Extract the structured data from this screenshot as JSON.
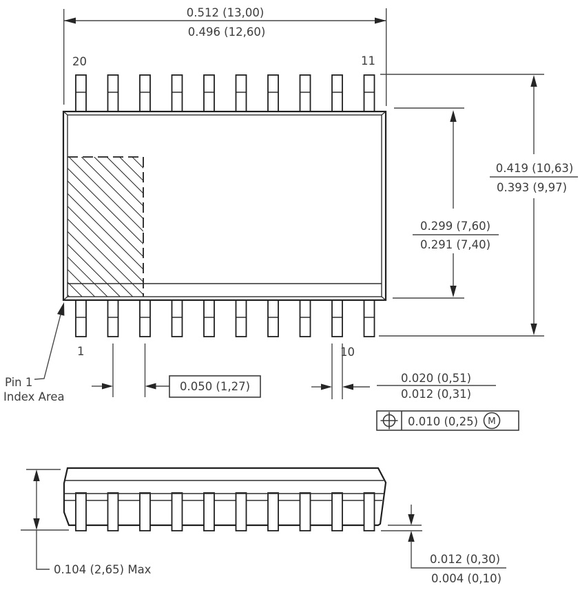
{
  "top_view": {
    "pins": {
      "top_left_label": "20",
      "top_right_label": "11",
      "bottom_left_label": "1",
      "bottom_right_label": "10"
    },
    "overall_width": {
      "max_in": "0.512 (13,00)",
      "min_in": "0.496 (12,60)"
    },
    "lead_span": {
      "max_in": "0.419 (10,63)",
      "min_in": "0.393 (9,97)"
    },
    "body_width": {
      "max_in": "0.299 (7,60)",
      "min_in": "0.291 (7,40)"
    },
    "lead_pitch": {
      "value": "0.050 (1,27)"
    },
    "lead_width": {
      "max_in": "0.020 (0,51)",
      "min_in": "0.012 (0,31)"
    },
    "true_position": {
      "tolerance": "0.010 (0,25)",
      "material_modifier": "M"
    },
    "pin1_note": {
      "line1": "Pin 1",
      "line2": "Index Area"
    }
  },
  "side_view": {
    "package_height": {
      "value": "0.104 (2,65) Max"
    },
    "standoff": {
      "max_in": "0.012 (0,30)",
      "min_in": "0.004 (0,10)"
    }
  },
  "colors": {
    "line": "#1f1f1f",
    "dimension": "#474747",
    "text": "#3d3d3d",
    "background": "#ffffff"
  }
}
